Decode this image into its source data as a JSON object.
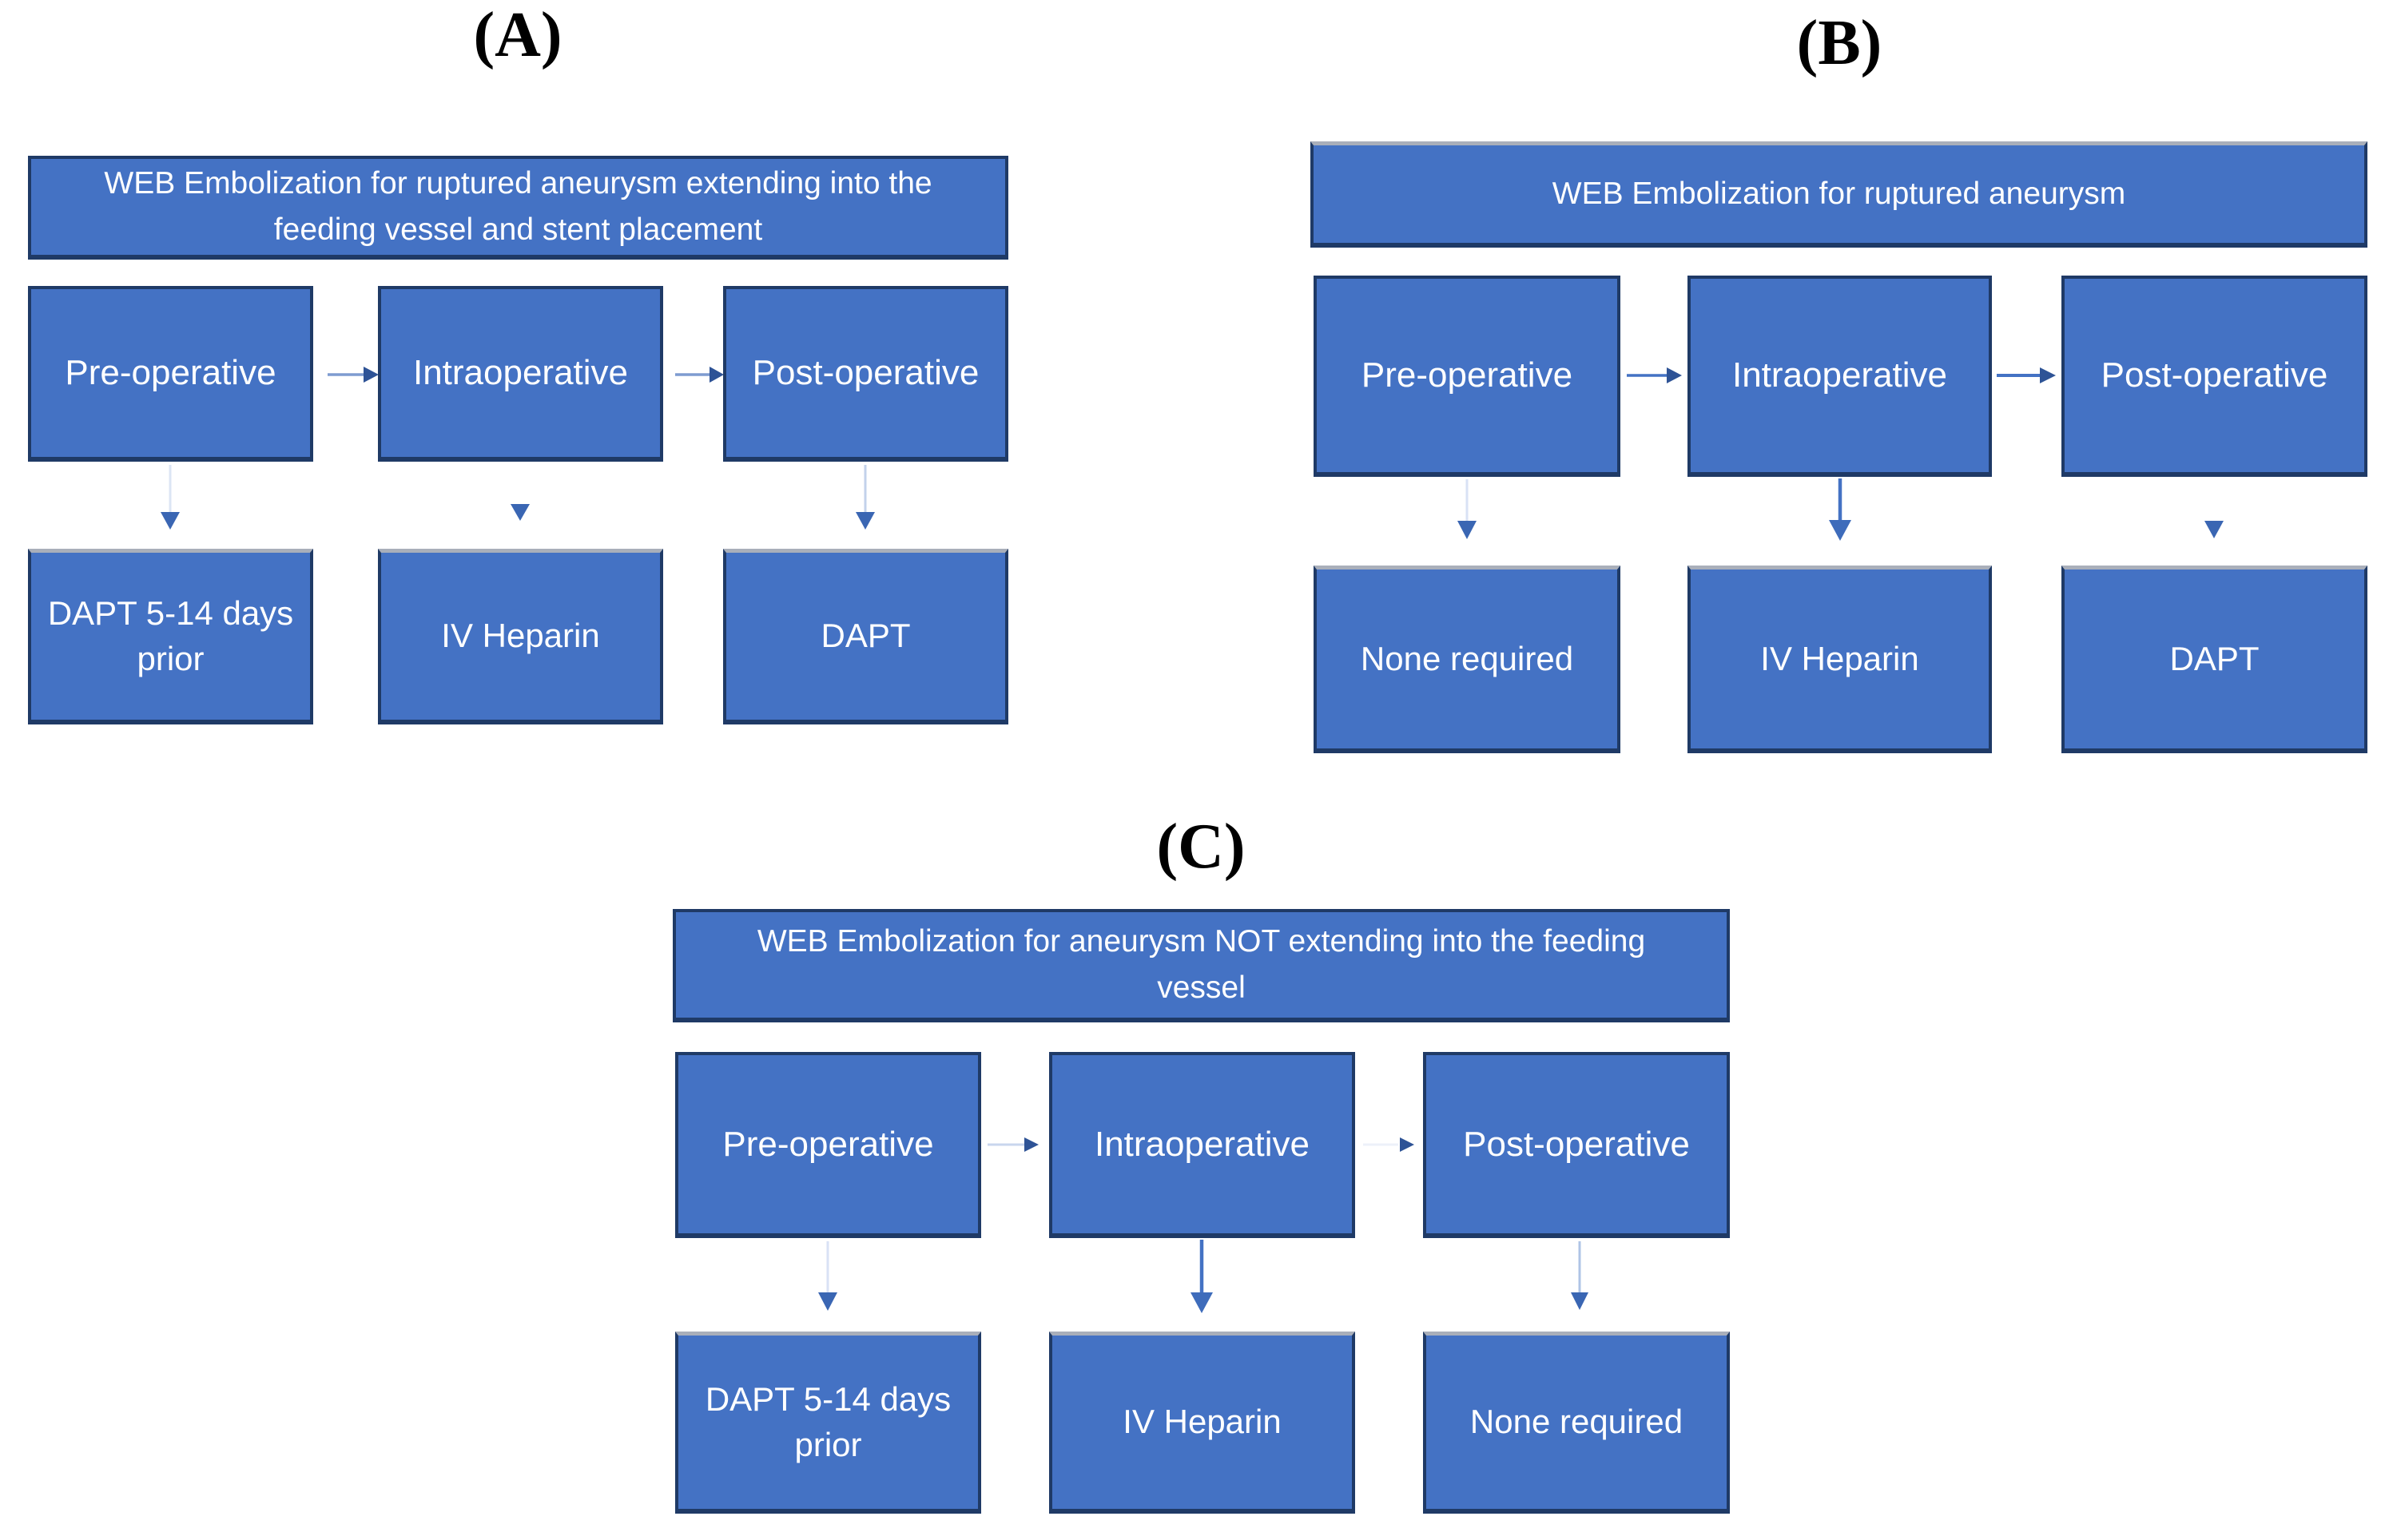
{
  "figure": {
    "type": "flowchart",
    "description": "Three antiplatelet/anticoagulation protocol flowcharts for WEB embolization scenarios"
  },
  "colors": {
    "box_fill": "#4472C4",
    "box_border": "#1F3A66",
    "box_top_light_edge": "#A9AFBA",
    "arrow_strong": "#4472C4",
    "arrow_head": "#2E5396",
    "arrow_faint_line": "#D9E2F5",
    "box_text": "#FFFFFF",
    "panel_label_text": "#000000",
    "background": "#FFFFFF"
  },
  "panels": [
    {
      "label": "(A)",
      "title_lines": [
        "WEB Embolization for ruptured aneurysm extending into the",
        "feeding vessel and stent placement"
      ],
      "stages": [
        "Pre-operative",
        "Intraoperative",
        "Post-operative"
      ],
      "treatments": [
        [
          "DAPT 5-14 days",
          "prior"
        ],
        [
          "IV Heparin"
        ],
        [
          "DAPT"
        ]
      ]
    },
    {
      "label": "(B)",
      "title_lines": [
        "WEB Embolization for ruptured aneurysm"
      ],
      "stages": [
        "Pre-operative",
        "Intraoperative",
        "Post-operative"
      ],
      "treatments": [
        [
          "None required"
        ],
        [
          "IV Heparin"
        ],
        [
          "DAPT"
        ]
      ]
    },
    {
      "label": "(C)",
      "title_lines": [
        "WEB Embolization for aneurysm NOT extending into the feeding",
        "vessel"
      ],
      "stages": [
        "Pre-operative",
        "Intraoperative",
        "Post-operative"
      ],
      "treatments": [
        [
          "DAPT 5-14 days",
          "prior"
        ],
        [
          "IV Heparin"
        ],
        [
          "None required"
        ]
      ]
    }
  ]
}
